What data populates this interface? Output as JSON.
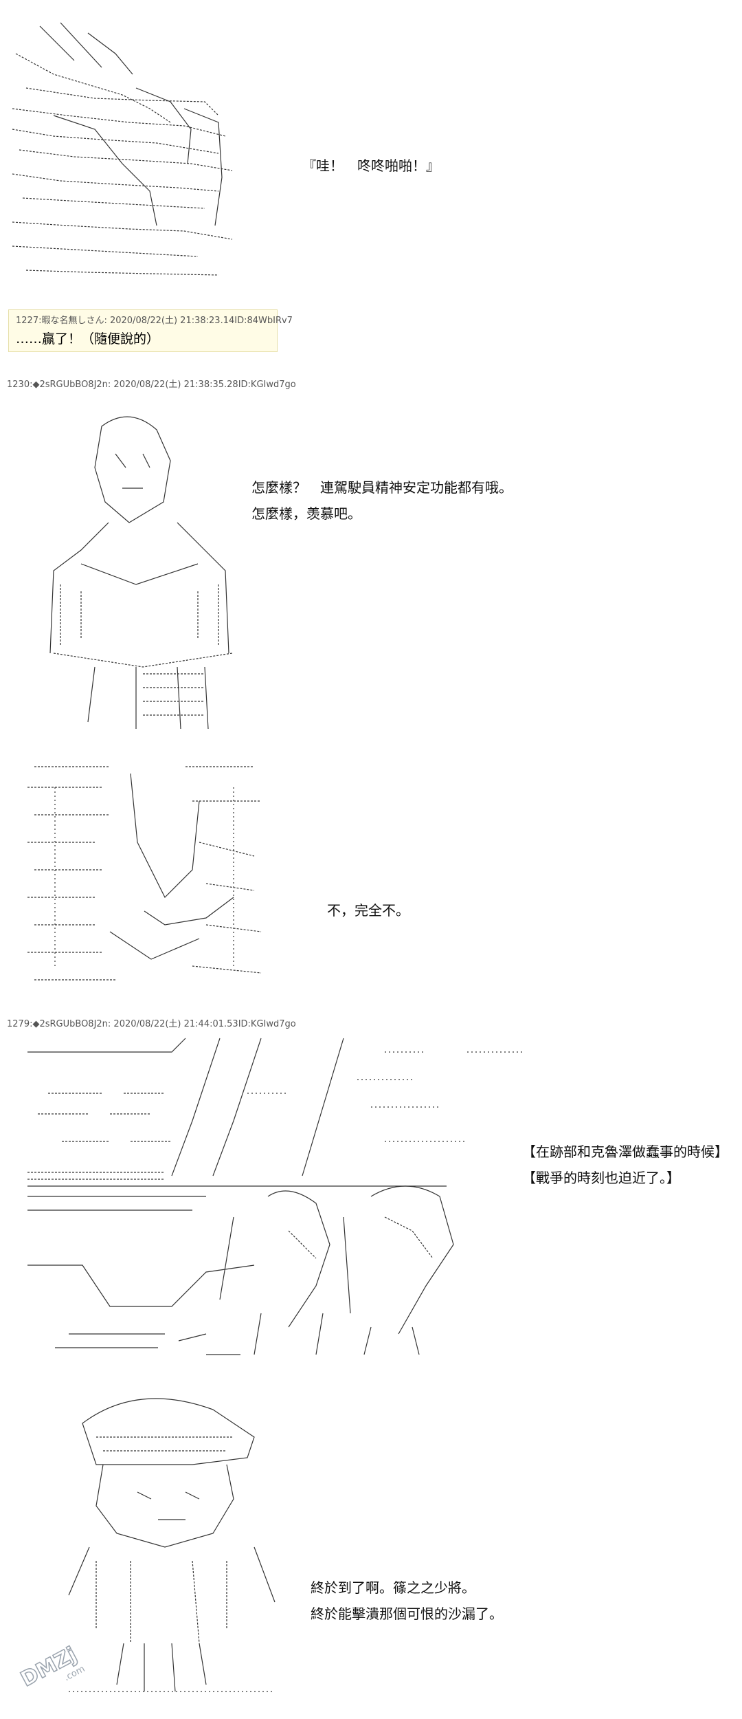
{
  "panel1": {
    "dialog": "『哇！　咚咚啪啪！』"
  },
  "reply_1227": {
    "header": "1227:暇な名無しさん: 2020/08/22(土) 21:38:23.14ID:84WbIRv7",
    "text": "……贏了！（隨便說的）"
  },
  "post_1230": {
    "header": "1230:◆2sRGUbBO8J2n: 2020/08/22(土) 21:38:35.28ID:KGIwd7go",
    "lines": [
      "怎麼樣？　連駕駛員精神安定功能都有哦。",
      "怎麼樣，羡慕吧。"
    ]
  },
  "panel3": {
    "dialog": "不，完全不。"
  },
  "post_1279": {
    "header": "1279:◆2sRGUbBO8J2n: 2020/08/22(土) 21:44:01.53ID:KGIwd7go",
    "lines": [
      "【在跡部和克魯澤做蠢事的時候】",
      "【戰爭的時刻也迫近了。】"
    ]
  },
  "panel5": {
    "lines": [
      "終於到了啊。篠之之少將。",
      "終於能擊潰那個可恨的沙漏了。"
    ]
  },
  "watermark": {
    "text": "DMZj.com"
  }
}
